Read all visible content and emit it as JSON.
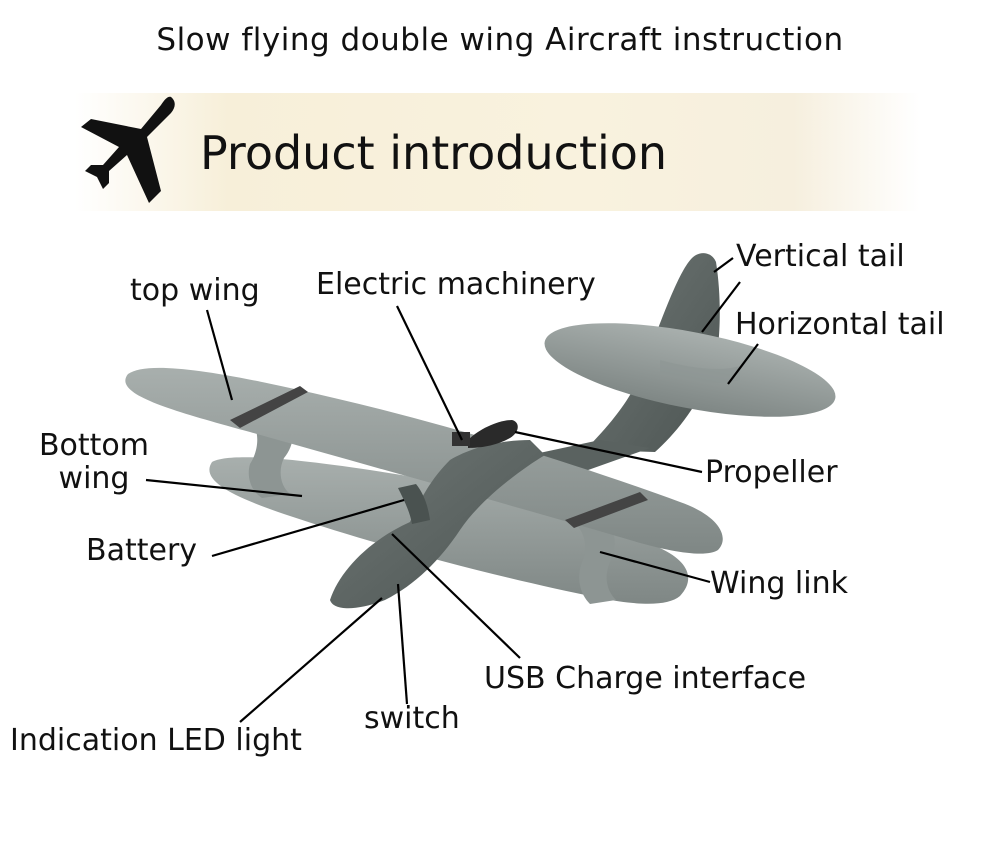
{
  "title": "Slow flying double wing Aircraft instruction",
  "section_title": "Product introduction",
  "icons": {
    "banner_icon": "airplane-icon"
  },
  "colors": {
    "banner": "#f8f0dc",
    "foam_light": "#9ea5a3",
    "foam_dark": "#5f6765",
    "line": "#000000"
  },
  "labels": {
    "vertical_tail": "Vertical tail",
    "top_wing": "top wing",
    "electric_machinery": "Electric machinery",
    "horizontal_tail": "Horizontal tail",
    "bottom_wing": "Bottom\nwing",
    "propeller": "Propeller",
    "battery": "Battery",
    "wing_link": "Wing link",
    "usb_charge_interface": "USB Charge interface",
    "switch": "switch",
    "indication_led_light": "Indication LED light"
  }
}
